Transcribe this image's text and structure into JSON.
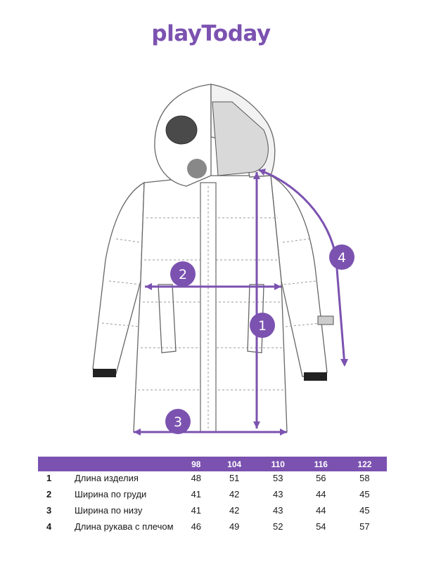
{
  "brand": {
    "logo_text": "playToday",
    "primary_color": "#333333",
    "accent_color": "#7b52b0"
  },
  "measure_markers": [
    {
      "id": "1",
      "label": "1"
    },
    {
      "id": "2",
      "label": "2"
    },
    {
      "id": "3",
      "label": "3"
    },
    {
      "id": "4",
      "label": "4"
    }
  ],
  "size_table": {
    "header": [
      "",
      "",
      "98",
      "104",
      "110",
      "116",
      "122"
    ],
    "rows": [
      {
        "num": "1",
        "label": "Длина изделия",
        "values": [
          "48",
          "51",
          "53",
          "56",
          "58"
        ]
      },
      {
        "num": "2",
        "label": "Ширина по груди",
        "values": [
          "41",
          "42",
          "43",
          "44",
          "45"
        ]
      },
      {
        "num": "3",
        "label": "Ширина по низу",
        "values": [
          "41",
          "42",
          "43",
          "44",
          "45"
        ]
      },
      {
        "num": "4",
        "label": "Длина рукава с плечом",
        "values": [
          "46",
          "49",
          "52",
          "54",
          "57"
        ]
      }
    ]
  }
}
